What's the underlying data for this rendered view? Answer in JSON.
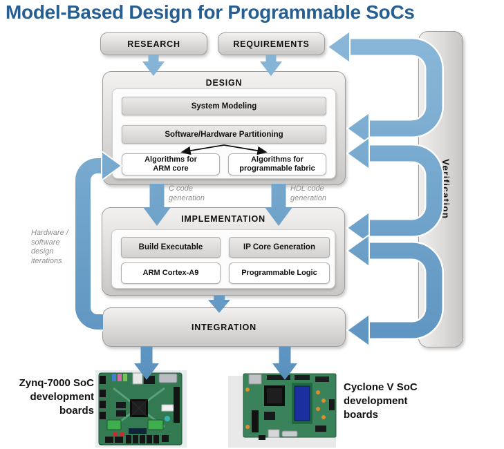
{
  "title": "Model-Based Design for Programmable SoCs",
  "stages": {
    "research": {
      "label": "RESEARCH"
    },
    "requirements": {
      "label": "REQUIREMENTS"
    },
    "design": {
      "label": "DESIGN",
      "system_modeling": "System Modeling",
      "partitioning": "Software/Hardware Partitioning",
      "alg_arm": "Algorithms for\nARM core",
      "alg_fabric": "Algorithms for\nprogrammable fabric"
    },
    "implementation": {
      "label": "IMPLEMENTATION",
      "build_executable": "Build Executable",
      "ip_core_generation": "IP Core Generation",
      "arm_cortex": "ARM Cortex-A9",
      "programmable_logic": "Programmable Logic"
    },
    "integration": {
      "label": "INTEGRATION"
    },
    "verification": {
      "label": "Verification"
    }
  },
  "annotations": {
    "c_code": "C code\ngeneration",
    "hdl_code": "HDL code\ngeneration",
    "iterations": "Hardware /\nsoftware\ndesign\niterations"
  },
  "boards": {
    "zynq": {
      "label": "Zynq-7000 SoC\ndevelopment\nboards"
    },
    "cyclone": {
      "label": "Cyclone V SoC\ndevelopment\nboards"
    }
  },
  "colors": {
    "title_blue": "#265e91",
    "arrow_blue_light": "#86b5d7",
    "arrow_blue_dark": "#5890bd",
    "box_gray": "#d8d6d4",
    "annotation_gray": "#8f8f8f"
  }
}
